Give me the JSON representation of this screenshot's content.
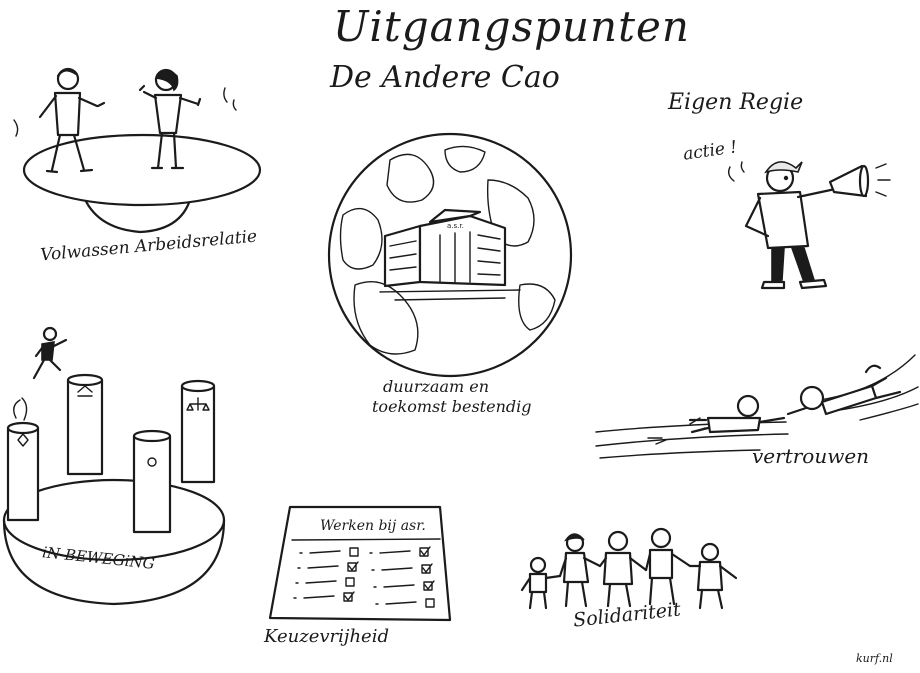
{
  "board": {
    "title": "Uitgangspunten",
    "subtitle": "De Andere Cao",
    "signature": "kurf.nl"
  },
  "topics": {
    "volwassen": "Volwassen Arbeidsrelatie",
    "eigen_regie": "Eigen Regie",
    "actie": "actie !",
    "duurzaam_line1": "duurzaam en",
    "duurzaam_line2": "toekomst bestendig",
    "vertrouwen": "vertrouwen",
    "beweging": "iN BEWEGiNG",
    "keuze": "Keuzevrijheid",
    "solidariteit": "Solidariteit"
  },
  "sign": {
    "building_label": "a.s.r.",
    "checklist_title": "Werken bij asr."
  }
}
